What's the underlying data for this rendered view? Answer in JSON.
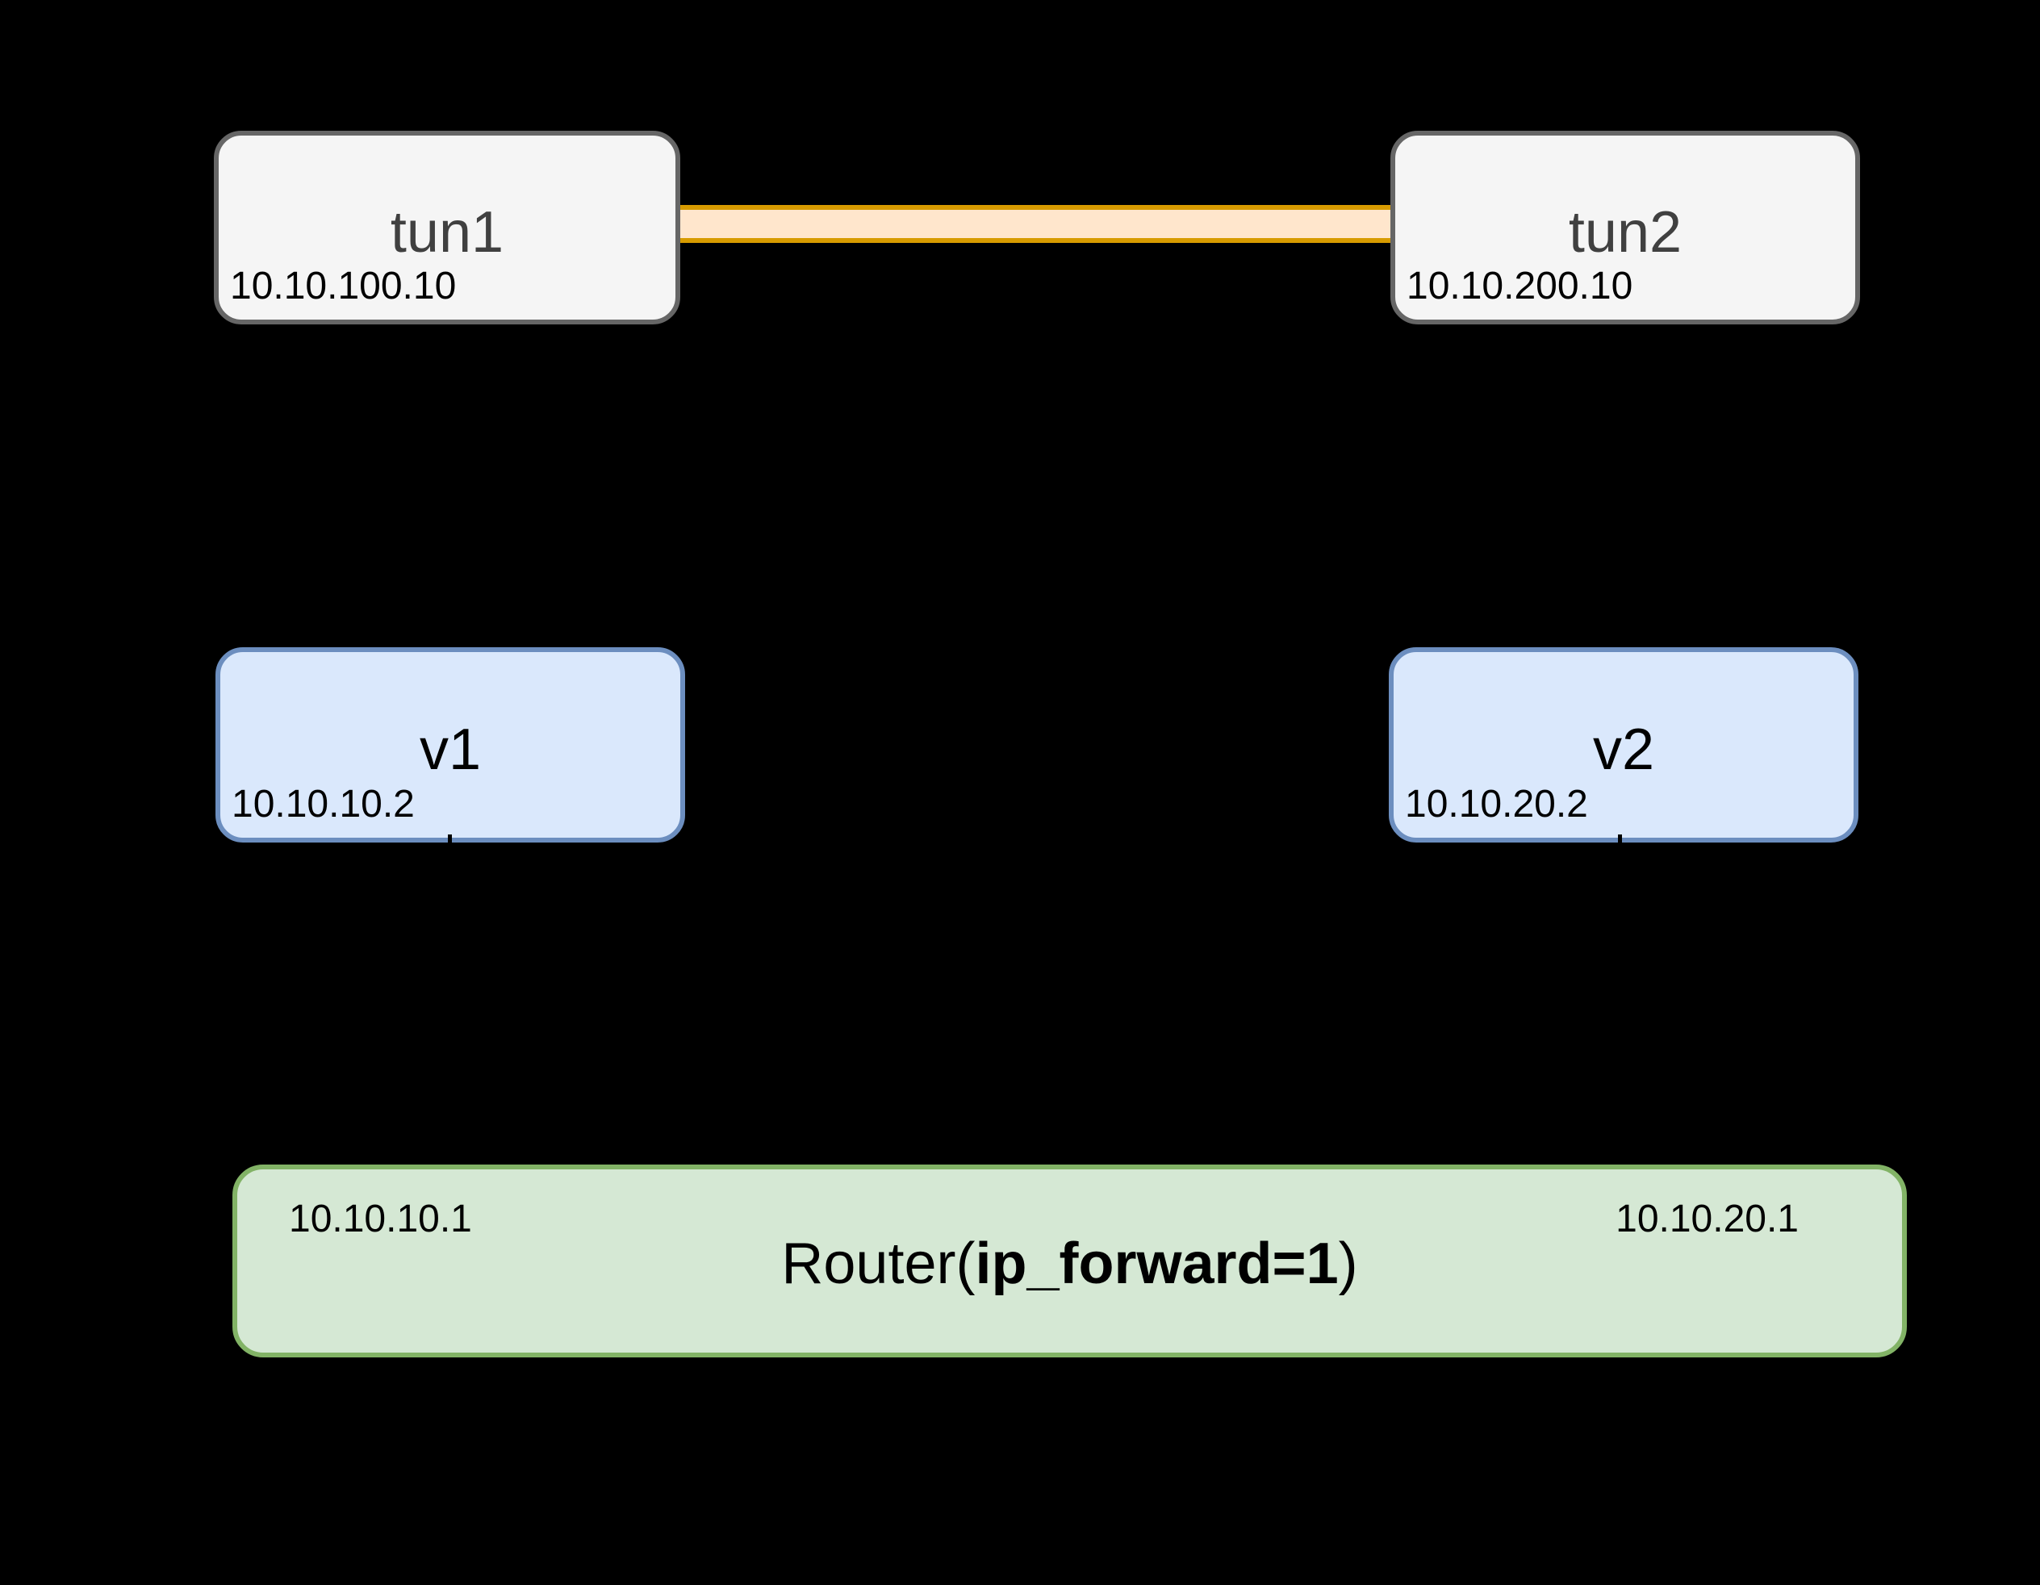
{
  "diagram": {
    "background": "#000000",
    "nodes": {
      "tun1": {
        "name": "tun1",
        "ip": "10.10.100.10"
      },
      "tun2": {
        "name": "tun2",
        "ip": "10.10.200.10"
      },
      "v1": {
        "name": "v1",
        "ip": "10.10.10.2"
      },
      "v2": {
        "name": "v2",
        "ip": "10.10.20.2"
      },
      "router": {
        "label_prefix": "Router(",
        "label_bold": "ip_forward=1",
        "label_suffix": ")",
        "ip_left": "10.10.10.1",
        "ip_right": "10.10.20.1"
      }
    },
    "link": {
      "name": "tunnel-link",
      "fill": "#ffe6cc",
      "stroke": "#d79b00"
    },
    "styles": {
      "gray_fill": "#f5f5f5",
      "gray_stroke": "#666666",
      "gray_text": "#404040",
      "blue_fill": "#dae8fc",
      "blue_stroke": "#6c8ebf",
      "green_fill": "#d5e8d4",
      "green_stroke": "#82b366",
      "text": "#000000"
    }
  }
}
